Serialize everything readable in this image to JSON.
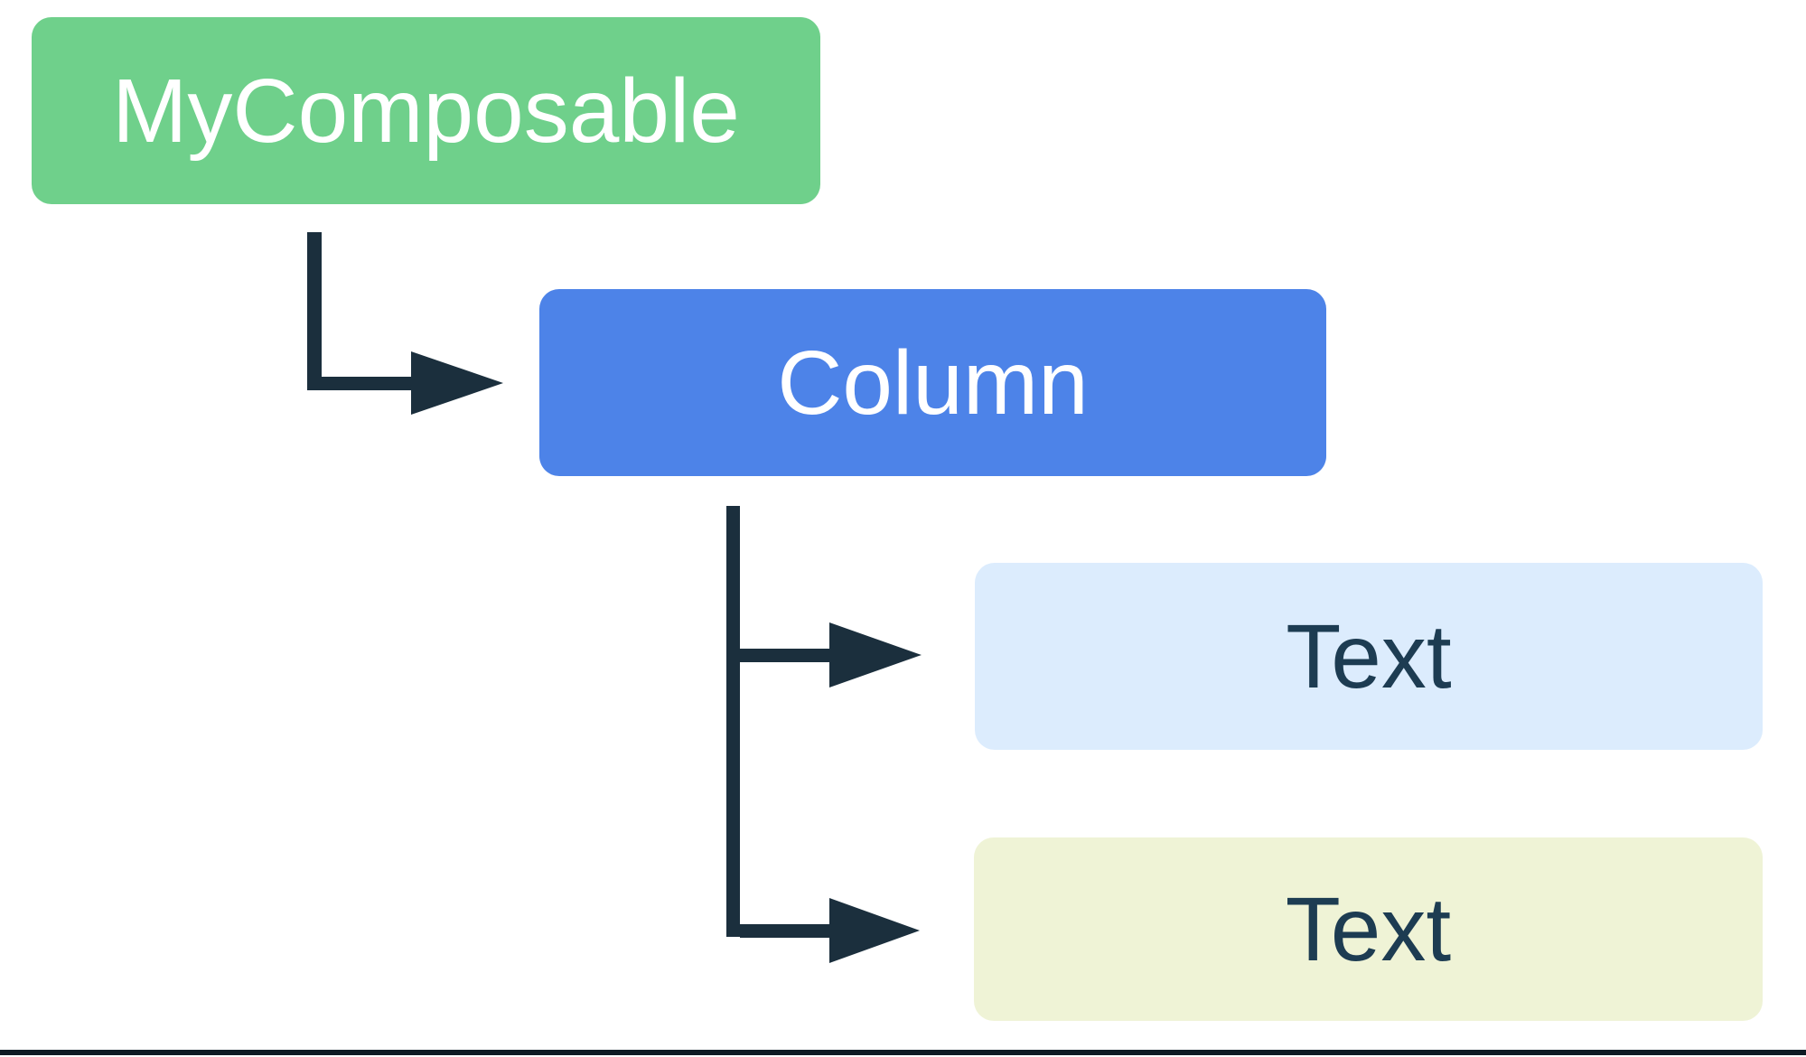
{
  "diagram": {
    "type": "tree",
    "description_visible_text_only": "composable hierarchy tree",
    "nodes": [
      {
        "id": "mycomposable",
        "label": "MyComposable",
        "fill": "#6fd08b",
        "text_color": "#ffffff"
      },
      {
        "id": "column",
        "label": "Column",
        "fill": "#4d83e8",
        "text_color": "#ffffff"
      },
      {
        "id": "text-1",
        "label": "Text",
        "fill": "#dcecfd",
        "text_color": "#1d3c52"
      },
      {
        "id": "text-2",
        "label": "Text",
        "fill": "#eff3d6",
        "text_color": "#1d3c52"
      }
    ],
    "edges": [
      {
        "from": "mycomposable",
        "to": "column"
      },
      {
        "from": "column",
        "to": "text-1"
      },
      {
        "from": "column",
        "to": "text-2"
      }
    ]
  },
  "colors": {
    "green": "#6fd08b",
    "blue": "#4d83e8",
    "lightblue": "#dcecfd",
    "paleyellow": "#eff3d6",
    "ink": "#1b2f3d",
    "darktext": "#1d3c52",
    "baseline": "#0e1b24",
    "bg": "#ffffff"
  }
}
